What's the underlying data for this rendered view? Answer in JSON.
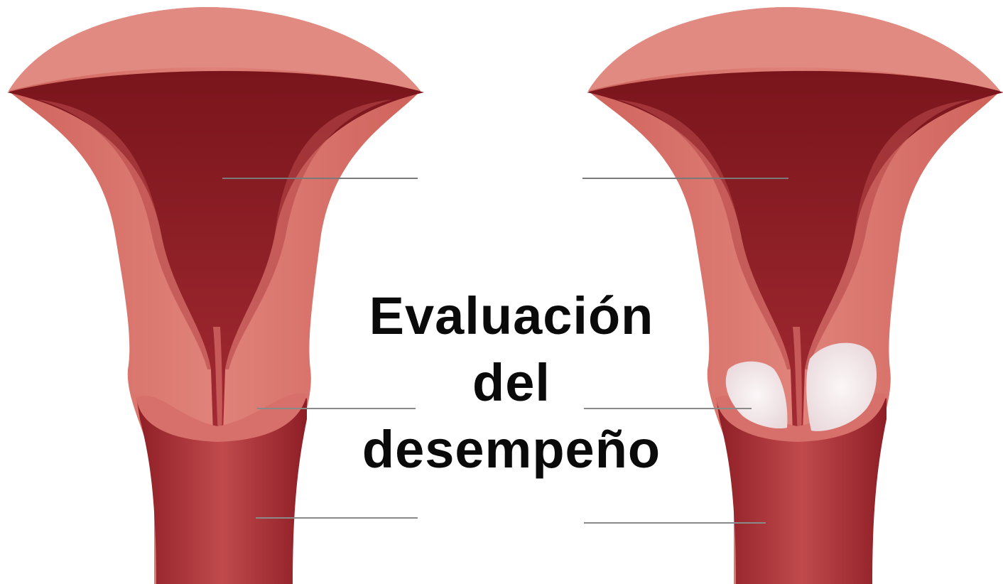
{
  "title": {
    "line1": "Evaluación",
    "line2": "del",
    "line3": "desempeño"
  },
  "colors": {
    "background": "#ffffff",
    "tissue": "#d9746c",
    "tissue_light": "#e58a80",
    "cavity": "#8e1e26",
    "cavity_dark": "#6e141b",
    "lesion": "#f3ecee",
    "label_line": "#8a8a8a",
    "text": "#0a0a0a"
  },
  "figures": [
    {
      "name": "normal-cervix",
      "lesion": false,
      "label_line_count": 3
    },
    {
      "name": "lesioned-cervix",
      "lesion": true,
      "label_line_count": 3
    }
  ]
}
